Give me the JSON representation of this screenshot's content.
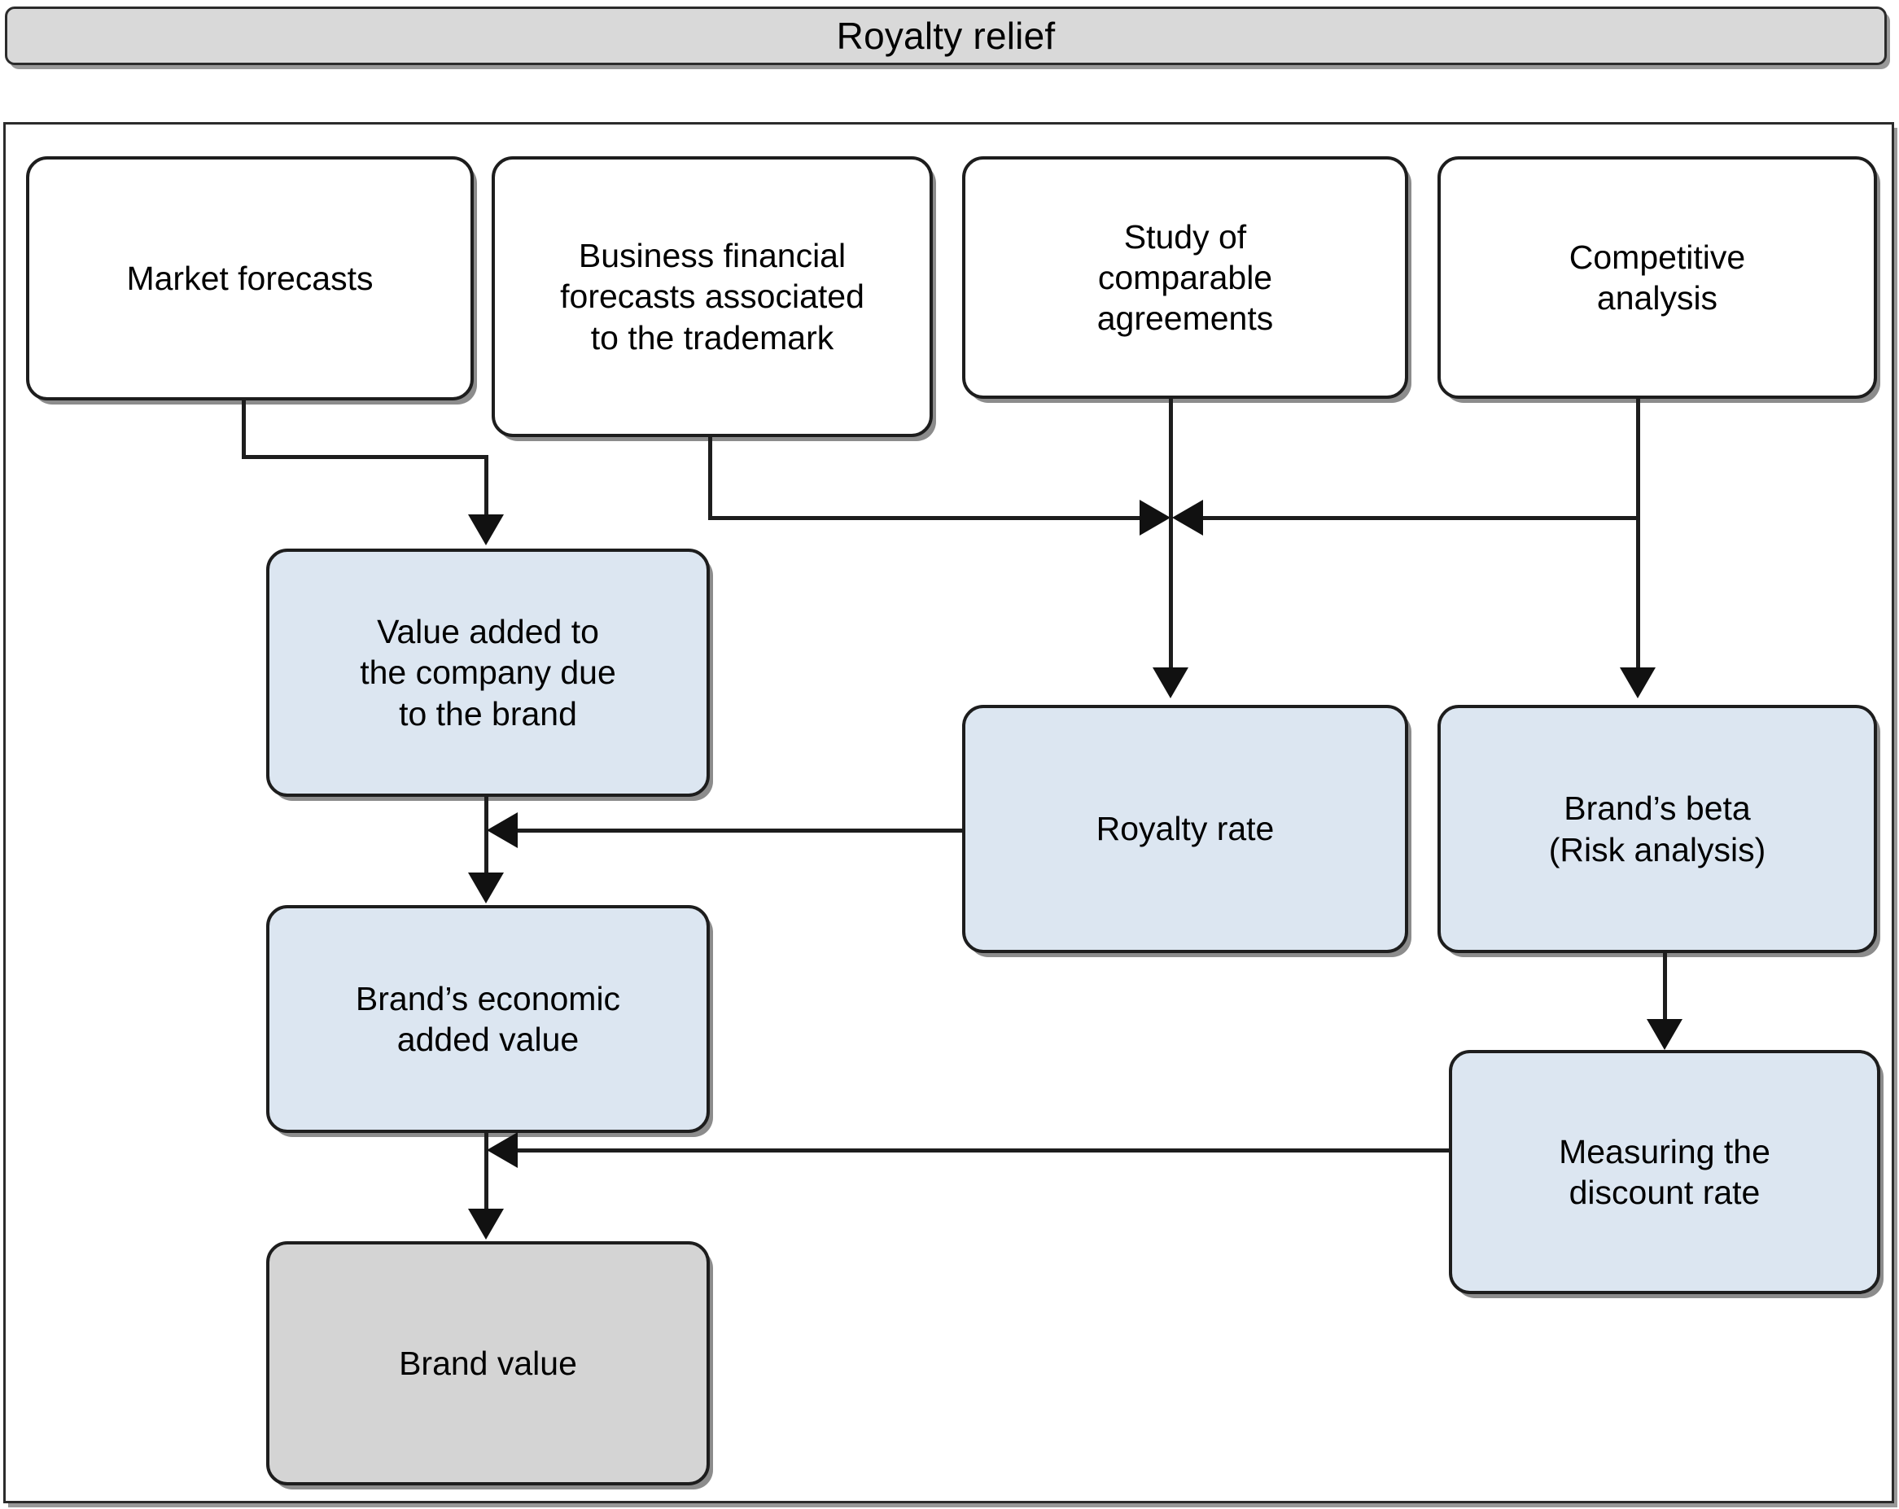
{
  "header": {
    "title": "Royalty relief"
  },
  "diagram": {
    "type": "flowchart",
    "inputs": [
      {
        "id": "market-forecasts",
        "label": "Market forecasts",
        "fill": "#ffffff"
      },
      {
        "id": "business-financial-forecasts",
        "label": "Business financial\nforecasts associated\nto the trademark",
        "fill": "#ffffff"
      },
      {
        "id": "study-comparable-agreements",
        "label": "Study of\ncomparable\nagreements",
        "fill": "#ffffff"
      },
      {
        "id": "competitive-analysis",
        "label": "Competitive\nanalysis",
        "fill": "#ffffff"
      }
    ],
    "intermediates": [
      {
        "id": "value-added-to-company",
        "label": "Value added to\nthe company due\nto the brand",
        "fill": "#dce6f1"
      },
      {
        "id": "royalty-rate",
        "label": "Royalty rate",
        "fill": "#dce6f1"
      },
      {
        "id": "brands-beta",
        "label": "Brand’s beta\n(Risk analysis)",
        "fill": "#dce6f1"
      },
      {
        "id": "brands-economic-added-value",
        "label": "Brand’s economic\nadded value",
        "fill": "#dce6f1"
      },
      {
        "id": "measuring-discount-rate",
        "label": "Measuring the\ndiscount rate",
        "fill": "#dce6f1"
      }
    ],
    "output": {
      "id": "brand-value",
      "label": "Brand value",
      "fill": "#d4d4d4"
    },
    "edges": [
      {
        "from": "market-forecasts",
        "to": "value-added-to-company",
        "arrow": "down"
      },
      {
        "from": "business-financial-forecasts",
        "to": "value-added-to-company",
        "arrow": "down"
      },
      {
        "from": "business-financial-forecasts",
        "to": "royalty-rate",
        "arrow": "right"
      },
      {
        "from": "study-comparable-agreements",
        "to": "royalty-rate",
        "arrow": "down"
      },
      {
        "from": "competitive-analysis",
        "to": "royalty-rate",
        "arrow": "left"
      },
      {
        "from": "competitive-analysis",
        "to": "brands-beta",
        "arrow": "down"
      },
      {
        "from": "value-added-to-company",
        "to": "brands-economic-added-value",
        "arrow": "down"
      },
      {
        "from": "royalty-rate",
        "to": "brands-economic-added-value",
        "arrow": "left"
      },
      {
        "from": "brands-beta",
        "to": "measuring-discount-rate",
        "arrow": "down"
      },
      {
        "from": "measuring-discount-rate",
        "to": "brand-value",
        "arrow": "left"
      },
      {
        "from": "brands-economic-added-value",
        "to": "brand-value",
        "arrow": "down"
      }
    ],
    "colors": {
      "banner_fill": "#d9d9d9",
      "node_blue": "#dce6f1",
      "node_gray": "#d4d4d4",
      "node_white": "#ffffff",
      "line": "#1d1d1d"
    }
  }
}
